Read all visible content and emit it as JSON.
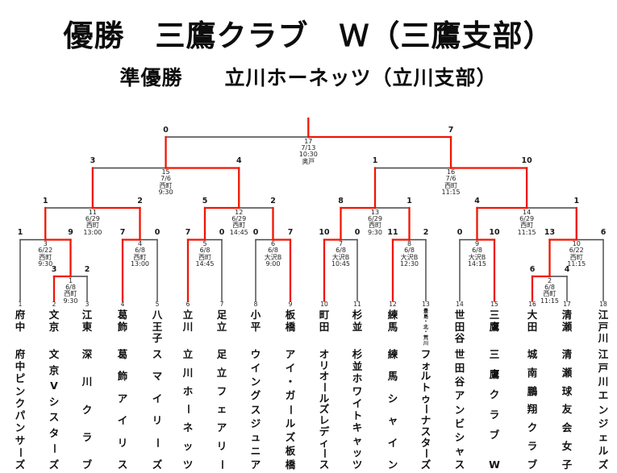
{
  "titles": {
    "champion": "優勝　三鷹クラブ　Ｗ（三鷹支部）",
    "runner_up": "準優勝　　立川ホーネッツ（立川支部）"
  },
  "colors": {
    "red": "#f01500",
    "line": "#454545",
    "text": "#111111"
  },
  "teams": [
    {
      "no": "1",
      "region": "府中",
      "club": "府中ピンクパンサーズ"
    },
    {
      "no": "2",
      "region": "文京",
      "club": "文京Vシスターズ"
    },
    {
      "no": "3",
      "region": "江東",
      "club": "深川クラブ"
    },
    {
      "no": "4",
      "region": "葛飾",
      "club": "葛飾アイリス"
    },
    {
      "no": "5",
      "region": "八王子",
      "club": "スマイリーズ"
    },
    {
      "no": "6",
      "region": "立川",
      "club": "立川ホーネッツ"
    },
    {
      "no": "7",
      "region": "足立",
      "club": "足立フェアリー"
    },
    {
      "no": "8",
      "region": "小平",
      "club": "ウイングスジュニア"
    },
    {
      "no": "9",
      "region": "板橋",
      "club": "アイ・ガールズ板橋"
    },
    {
      "no": "10",
      "region": "町田",
      "club": "オリオールズレディース"
    },
    {
      "no": "11",
      "region": "杉並",
      "club": "杉並ホワイトキャッツ"
    },
    {
      "no": "12",
      "region": "練馬",
      "club": "練馬シャイン"
    },
    {
      "no": "13",
      "region": "豊島・北・荒川",
      "region_small": true,
      "club": "フォルトゥーナスターズ"
    },
    {
      "no": "14",
      "region": "世田谷",
      "club": "世田谷アンビシャス"
    },
    {
      "no": "15",
      "region": "三鷹",
      "club": "三鷹クラブ W"
    },
    {
      "no": "16",
      "region": "大田",
      "club": "城南鵬翔クラブ"
    },
    {
      "no": "17",
      "region": "清瀬",
      "club": "清瀬球友会女子"
    },
    {
      "no": "18",
      "region": "江戸川",
      "club": "江戸川エンジェルズ"
    }
  ],
  "matches": [
    {
      "id": "1",
      "left": "T2",
      "right": "T3",
      "round": 1,
      "date": "6/8",
      "venue": "西町",
      "time": "9:30",
      "score_left": "3",
      "score_right": "2",
      "winner": "left"
    },
    {
      "id": "2",
      "left": "T16",
      "right": "T17",
      "round": 1,
      "date": "6/8",
      "venue": "西町",
      "time": "11:15",
      "score_left": "6",
      "score_right": "4",
      "winner": "left"
    },
    {
      "id": "3",
      "left": "T1",
      "right": "M1",
      "round": 2,
      "date": "6/22",
      "venue": "西町",
      "time": "9:30",
      "score_left": "1",
      "score_right": "9",
      "winner": "right"
    },
    {
      "id": "4",
      "left": "T4",
      "right": "T5",
      "round": 2,
      "date": "6/8",
      "venue": "西町",
      "time": "13:00",
      "score_left": "7",
      "score_right": "0",
      "winner": "left"
    },
    {
      "id": "5",
      "left": "T6",
      "right": "T7",
      "round": 2,
      "date": "6/8",
      "venue": "西町",
      "time": "14:45",
      "score_left": "7",
      "score_right": "0",
      "winner": "left"
    },
    {
      "id": "6",
      "left": "T8",
      "right": "T9",
      "round": 2,
      "date": "6/8",
      "venue": "大沢B",
      "time": "9:00",
      "score_left": "0",
      "score_right": "7",
      "winner": "right"
    },
    {
      "id": "7",
      "left": "T10",
      "right": "T11",
      "round": 2,
      "date": "6/8",
      "venue": "大沢B",
      "time": "10:45",
      "score_left": "10",
      "score_right": "0",
      "winner": "left"
    },
    {
      "id": "8",
      "left": "T12",
      "right": "T13",
      "round": 2,
      "date": "6/8",
      "venue": "大沢B",
      "time": "12:30",
      "score_left": "11",
      "score_right": "2",
      "winner": "left"
    },
    {
      "id": "9",
      "left": "T14",
      "right": "T15",
      "round": 2,
      "date": "6/8",
      "venue": "大沢B",
      "time": "14:15",
      "score_left": "0",
      "score_right": "10",
      "winner": "right"
    },
    {
      "id": "10",
      "left": "M2",
      "right": "T18",
      "round": 2,
      "date": "6/22",
      "venue": "西町",
      "time": "11:15",
      "score_left": "13",
      "score_right": "6",
      "winner": "left"
    },
    {
      "id": "11",
      "left": "M3",
      "right": "M4",
      "round": 3,
      "date": "6/29",
      "venue": "西町",
      "time": "13:00",
      "score_left": "1",
      "score_right": "2",
      "winner": "right"
    },
    {
      "id": "12",
      "left": "M5",
      "right": "M6",
      "round": 3,
      "date": "6/29",
      "venue": "西町",
      "time": "14:45",
      "score_left": "5",
      "score_right": "2",
      "winner": "left"
    },
    {
      "id": "13",
      "left": "M7",
      "right": "M8",
      "round": 3,
      "date": "6/29",
      "venue": "西町",
      "time": "9:30",
      "score_left": "8",
      "score_right": "1",
      "winner": "left"
    },
    {
      "id": "14",
      "left": "M9",
      "right": "M10",
      "round": 3,
      "date": "6/29",
      "venue": "西町",
      "time": "11:15",
      "score_left": "4",
      "score_right": "1",
      "winner": "left"
    },
    {
      "id": "15",
      "left": "M11",
      "right": "M12",
      "round": 4,
      "date": "7/6",
      "venue": "西町",
      "time": "9:30",
      "score_left": "3",
      "score_right": "4",
      "winner": "right"
    },
    {
      "id": "16",
      "left": "M13",
      "right": "M14",
      "round": 4,
      "date": "7/6",
      "venue": "西町",
      "time": "11:15",
      "score_left": "1",
      "score_right": "10",
      "winner": "right"
    },
    {
      "id": "17",
      "left": "M15",
      "right": "M16",
      "round": 5,
      "date": "7/13",
      "venue": "奥戸",
      "time": "10:30",
      "score_left": "0",
      "score_right": "7",
      "winner": "right",
      "final": true
    }
  ]
}
